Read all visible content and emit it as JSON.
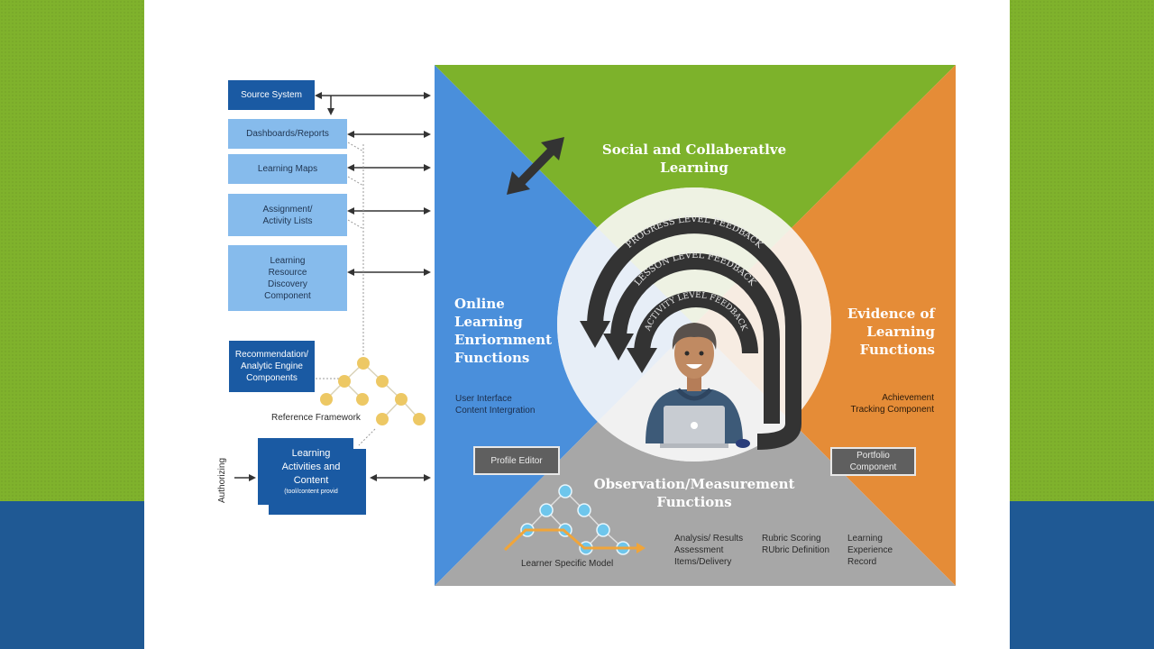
{
  "background": {
    "colors": {
      "green": "#7fb22c",
      "blue": "#1f5994",
      "slide": "#ffffff"
    }
  },
  "left_panel": {
    "source_system": "Source System",
    "dashboards": "Dashboards/Reports",
    "learning_maps": "Learning Maps",
    "assignment_lines": [
      "Assignment/",
      "Activity Lists"
    ],
    "resource_lines": [
      "Learning",
      "Resource",
      "Discovery",
      "Component"
    ],
    "recommendation_lines": [
      "Recommendation/",
      "Analytic Engine",
      "Components"
    ],
    "reference_framework": "Reference Framework",
    "authorizing": "Authorizing",
    "activities_lines": [
      "Learning",
      "Activities and",
      "Content"
    ],
    "activities_sub": "(tool/content provid"
  },
  "quadrants": {
    "colors": {
      "blue": "#4a8fdb",
      "green": "#7db22b",
      "orange": "#e58c37",
      "gray": "#a7a7a7"
    },
    "top": {
      "title_lines": [
        "Social and Collaberatlve",
        "Learning"
      ]
    },
    "left": {
      "title_lines": [
        "Online",
        "Learning",
        "Enriornment",
        "Functions"
      ],
      "items": [
        "User Interface",
        "Content Intergration"
      ],
      "button": "Profile Editor"
    },
    "right": {
      "title_lines": [
        "Evidence of",
        "Learning",
        "Functions"
      ],
      "items": [
        "Achievement",
        "Tracking Component"
      ],
      "button_lines": [
        "Portfolio",
        "Component"
      ]
    },
    "bottom": {
      "title_lines": [
        "Observation/Measurement",
        "Functions"
      ],
      "model_label": "Learner Specific Model",
      "col1": [
        "Analysis/ Results",
        "Assessment",
        "Items/Delivery"
      ],
      "col2": [
        "Rubric Scoring",
        "RUbric Definition"
      ],
      "col3": [
        "Learning",
        "Experience",
        "Record"
      ]
    }
  },
  "feedback_arcs": [
    {
      "label": "PROGRESS LEVEL FEEDBACK"
    },
    {
      "label": "LESSON LEVEL FEEDBACK"
    },
    {
      "label": "ACTIVITY LEVEL FEEDBACK"
    }
  ]
}
